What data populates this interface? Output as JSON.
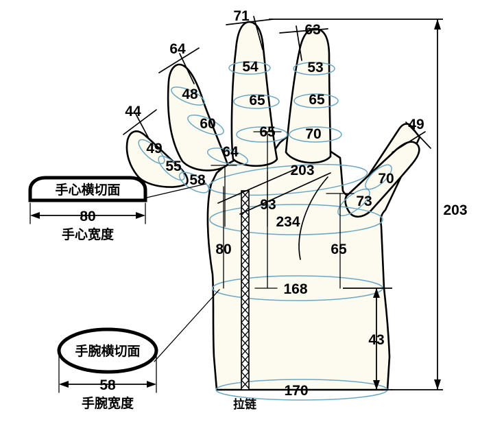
{
  "diagram": {
    "title": "Glove / Hand Measurement Technical Drawing",
    "unit_implied": "mm",
    "colors": {
      "outline": "#000000",
      "fill": "#fdfbef",
      "girth_line": "#6ba7c4",
      "background": "#ffffff"
    }
  },
  "fingers": {
    "pinky": {
      "name": "pinky-finger",
      "tip_width": "44",
      "girths": [
        "49",
        "55",
        "58"
      ]
    },
    "ring": {
      "name": "ring-finger",
      "tip_width": "64",
      "girths": [
        "48",
        "60",
        "64"
      ]
    },
    "middle": {
      "name": "middle-finger",
      "tip_width": "71",
      "girths": [
        "54",
        "65",
        "65"
      ]
    },
    "index": {
      "name": "index-finger",
      "tip_width": "63",
      "girths": [
        "53",
        "65",
        "70"
      ]
    },
    "thumb": {
      "name": "thumb",
      "tip_width": "49",
      "girths": [
        "70",
        "73"
      ]
    }
  },
  "body_measurements": {
    "palm_girth_upper": "203",
    "palm_length_left": "93",
    "palm_girth_lower": "234",
    "wrist_girth": "168",
    "cuff_girth": "170",
    "pinky_side_length": "80",
    "thumb_side_length": "65",
    "cuff_height": "43",
    "total_length": "203"
  },
  "callouts": {
    "palm": {
      "title": "手心横切面",
      "value": "80",
      "caption": "手心宽度"
    },
    "wrist": {
      "title": "手腕横切面",
      "value": "58",
      "caption": "手腕宽度"
    }
  },
  "annotations": {
    "zipper_label": "拉链"
  }
}
